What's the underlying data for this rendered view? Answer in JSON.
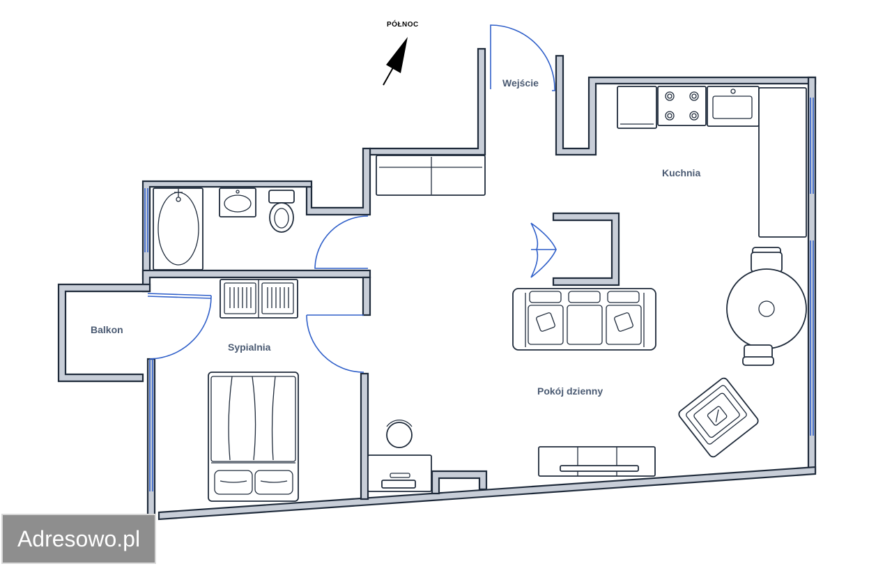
{
  "compass": {
    "label": "PÓŁNOC",
    "icon": "north-arrow-icon"
  },
  "rooms": {
    "entrance": "Wejście",
    "kitchen": "Kuchnia",
    "balcony": "Balkon",
    "bedroom": "Sypialnia",
    "living_room": "Pokój dzienny"
  },
  "watermark": {
    "text": "Adresowo.pl"
  },
  "colors": {
    "wall_fill": "#c8ced8",
    "wall_stroke": "#1e2a3a",
    "window": "#2f5fc9",
    "label": "#4a5a72"
  }
}
